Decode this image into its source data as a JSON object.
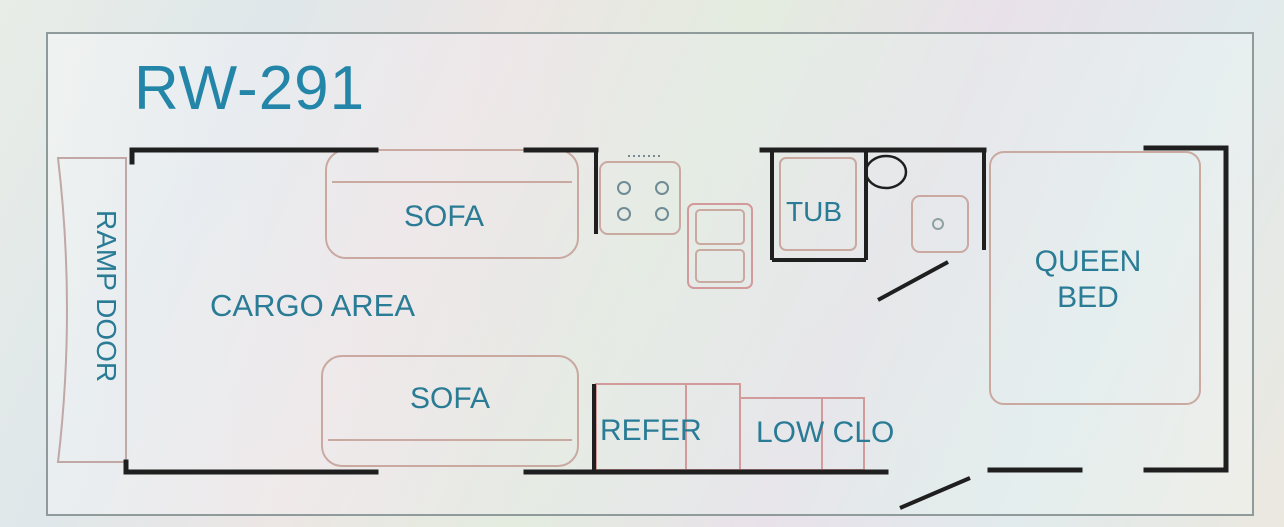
{
  "model": "RW-291",
  "rooms": {
    "ramp_door": "RAMP DOOR",
    "cargo_area": "CARGO AREA",
    "sofa_top": "SOFA",
    "sofa_bottom": "SOFA",
    "tub": "TUB",
    "queen_bed": "QUEEN BED",
    "refer": "REFER",
    "low_clo": "LOW CLO"
  },
  "colors": {
    "wall": "#1f1f1f",
    "furniture_outline": "#c9a9a0",
    "label_text": "#2a7b95",
    "title_text": "#2385a8"
  }
}
